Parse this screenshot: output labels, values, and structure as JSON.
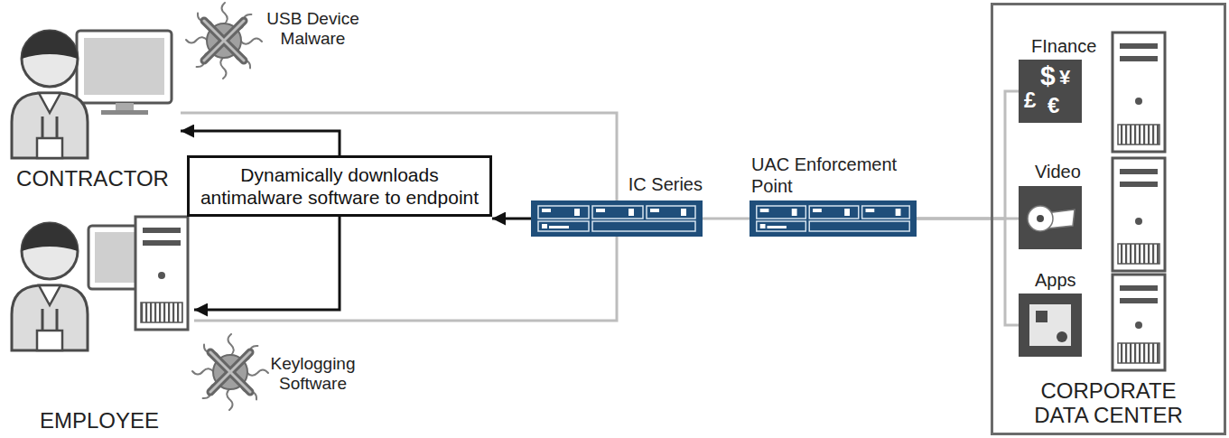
{
  "diagram": {
    "nodes": [
      {
        "text": [
          "CONTRACTOR"
        ]
      },
      {
        "text": [
          "Dynamically downloads antimalware software to endpoint"
        ]
      },
      {
        "text": [
          "EMPLOYEE"
        ]
      },
      {
        "text": [
          "IC Series"
        ]
      },
      {
        "text": [
          "UAC Enforcement Point"
        ]
      },
      {
        "text": [
          "CORPORATE DATA CENTER"
        ]
      },
      {
        "text": [
          "FInance"
        ],
        "in": 5
      },
      {
        "text": [
          "Video"
        ],
        "in": 5
      },
      {
        "text": [
          "Apps"
        ],
        "in": 5
      }
    ],
    "edges": [
      {
        "from": 0,
        "to": 3,
        "arrow": "none"
      },
      {
        "from": 2,
        "to": 3,
        "arrow": "none"
      },
      {
        "from": 3,
        "to": 1,
        "arrow": "to"
      },
      {
        "from": 1,
        "to": 0,
        "arrow": "to"
      },
      {
        "from": 1,
        "to": 2,
        "arrow": "to"
      },
      {
        "from": 3,
        "to": 4,
        "arrow": "none"
      },
      {
        "from": 4,
        "to": 6,
        "arrow": "none"
      },
      {
        "from": 4,
        "to": 7,
        "arrow": "none"
      },
      {
        "from": 4,
        "to": 8,
        "arrow": "none"
      }
    ],
    "labels": [
      "USB Device Malware",
      "Keylogging Software",
      "£",
      "$",
      "¥",
      "€"
    ]
  }
}
